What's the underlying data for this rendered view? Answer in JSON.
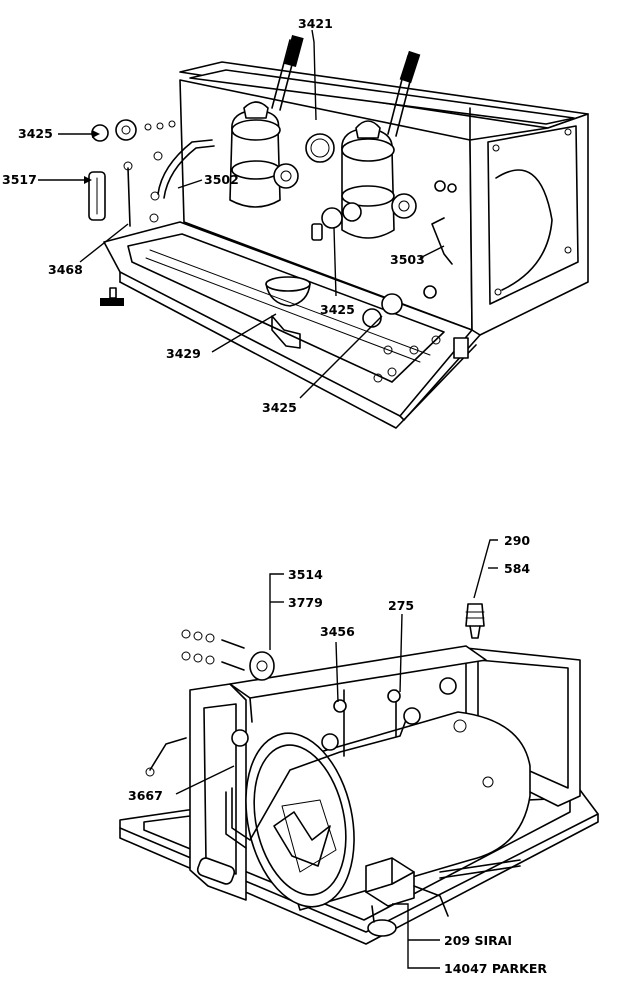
{
  "labels": {
    "l3421": "3421",
    "l3425a": "3425",
    "l3517": "3517",
    "l3502": "3502",
    "l3468": "3468",
    "l3503": "3503",
    "l3425b": "3425",
    "l3429": "3429",
    "l3425c": "3425",
    "l290": "290",
    "l584": "584",
    "l3514": "3514",
    "l3779": "3779",
    "l275": "275",
    "l3456": "3456",
    "l3667": "3667",
    "l209": "209 SIRAI",
    "l14047": "14047 PARKER"
  }
}
